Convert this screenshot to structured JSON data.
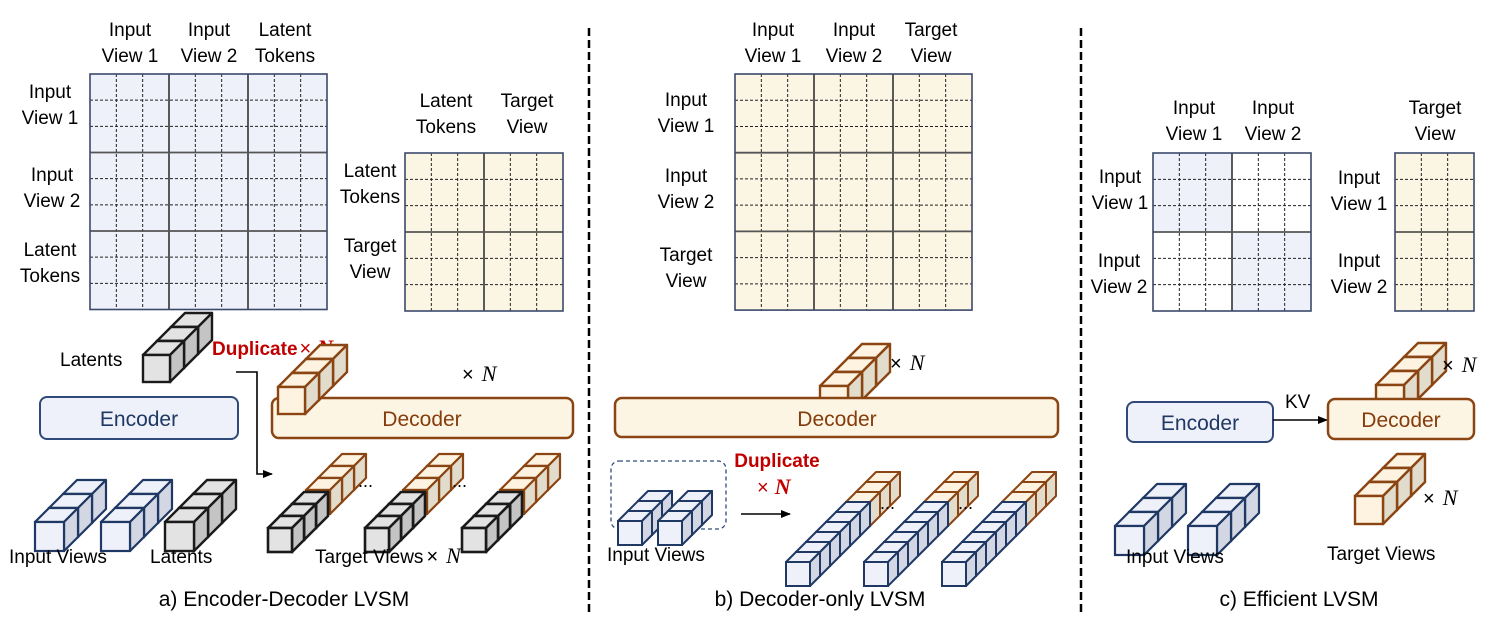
{
  "colors": {
    "encoder_fill": "#eef1f9",
    "encoder_stroke": "#1f3864",
    "decoder_fill": "#fdf5e4",
    "decoder_stroke": "#8b4513",
    "latent_fill": "#e0e0e0",
    "latent_stroke": "#1a1a1a",
    "duplicate_red": "#c00000",
    "matrix_blue": "#eef1f9",
    "matrix_cream": "#fbf5e4"
  },
  "panel_a": {
    "caption": "a) Encoder-Decoder LVSM",
    "encoder_matrix": {
      "col_headers": [
        [
          "Input",
          "View 1"
        ],
        [
          "Input",
          "View 2"
        ],
        [
          "Latent",
          "Tokens"
        ]
      ],
      "row_headers": [
        [
          "Input",
          "View 1"
        ],
        [
          "Input",
          "View 2"
        ],
        [
          "Latent",
          "Tokens"
        ]
      ]
    },
    "decoder_matrix": {
      "col_headers": [
        [
          "Latent",
          "Tokens"
        ],
        [
          "Target",
          "View"
        ]
      ],
      "row_headers": [
        [
          "Latent",
          "Tokens"
        ],
        [
          "Target",
          "View"
        ]
      ]
    },
    "latents_label": "Latents",
    "duplicate_label": "Duplicate",
    "times": "×",
    "n": "N",
    "encoder_label": "Encoder",
    "decoder_label": "Decoder",
    "bottom_labels": {
      "input_views": "Input Views",
      "latents": "Latents",
      "target_views": "Target Views"
    },
    "ellipsis": "..."
  },
  "panel_b": {
    "caption": "b) Decoder-only LVSM",
    "matrix": {
      "col_headers": [
        [
          "Input",
          "View 1"
        ],
        [
          "Input",
          "View 2"
        ],
        [
          "Target",
          "View"
        ]
      ],
      "row_headers": [
        [
          "Input",
          "View 1"
        ],
        [
          "Input",
          "View 2"
        ],
        [
          "Target",
          "View"
        ]
      ]
    },
    "times": "×",
    "n": "N",
    "decoder_label": "Decoder",
    "duplicate_label": "Duplicate",
    "input_views_label": "Input Views",
    "ellipsis": "..."
  },
  "panel_c": {
    "caption": "c) Efficient LVSM",
    "encoder_matrix": {
      "col_headers": [
        [
          "Input",
          "View 1"
        ],
        [
          "Input",
          "View 2"
        ]
      ],
      "row_headers": [
        [
          "Input",
          "View 1"
        ],
        [
          "Input",
          "View 2"
        ]
      ]
    },
    "decoder_matrix": {
      "col_headers": [
        [
          "Target",
          "View"
        ]
      ],
      "row_headers": [
        [
          "Input",
          "View 1"
        ],
        [
          "Input",
          "View 2"
        ]
      ]
    },
    "encoder_label": "Encoder",
    "decoder_label": "Decoder",
    "kv_label": "KV",
    "times": "×",
    "n": "N",
    "input_views_label": "Input Views",
    "target_views_label": "Target Views"
  }
}
